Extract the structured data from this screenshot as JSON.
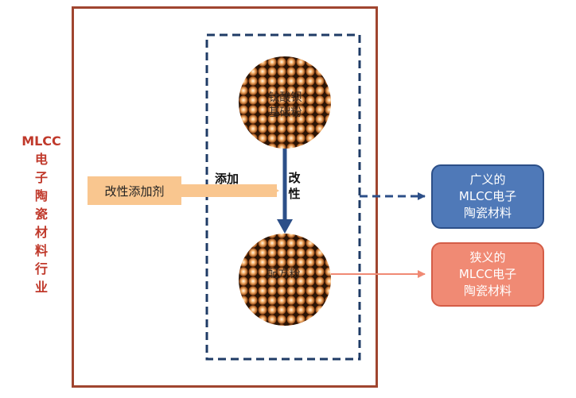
{
  "side_label": "MLCC\n电\n子\n陶\n瓷\n材\n料\n行\n业",
  "additive": "改性添加剂",
  "arrow_add": "添加",
  "arrow_modify": "改\n性",
  "top_circle": "钛酸钡\n基础粉",
  "bottom_circle": "配方粉",
  "broad_box": "广义的\nMLCC电子\n陶瓷材料",
  "narrow_box": "狭义的\nMLCC电子\n陶瓷材料",
  "colors": {
    "outer_border": "#a0452f",
    "side_label": "#c0392b",
    "dashed_border": "#1f3b66",
    "additive_fill": "#f9c68f",
    "circle_fill": "#d9803a",
    "arrow_blue": "#2c4f88",
    "broad_fill": "#4f79b8",
    "narrow_fill": "#f08a74"
  }
}
